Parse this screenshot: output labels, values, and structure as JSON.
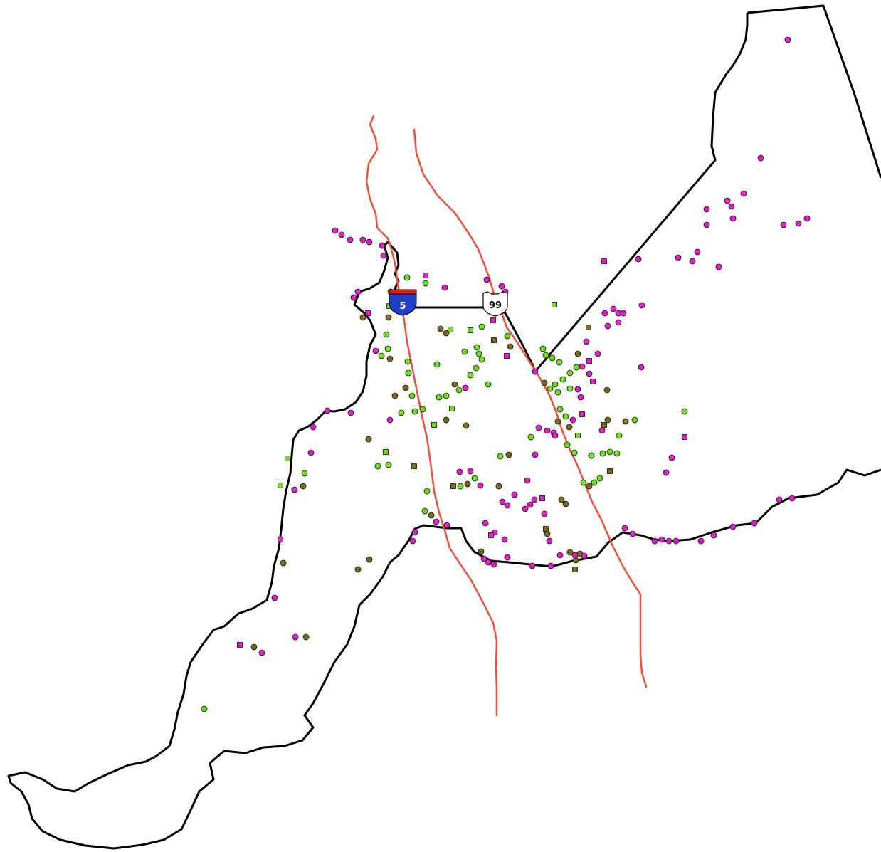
{
  "map": {
    "highway_shields": [
      {
        "id": "interstate-5",
        "label": "5",
        "colors": {
          "top": "#d62020",
          "body": "#1f3fc7",
          "text": "#ffffff"
        }
      },
      {
        "id": "us-99",
        "label": "99",
        "colors": {
          "body": "#ffffff",
          "text": "#000000"
        }
      }
    ],
    "colors": {
      "boundary": "#000000",
      "highway": "#f0503a",
      "marker_magenta": "#e020c8",
      "marker_green": "#6fe020",
      "marker_olive": "#7a6a1a",
      "marker_outline": "#111111"
    }
  }
}
